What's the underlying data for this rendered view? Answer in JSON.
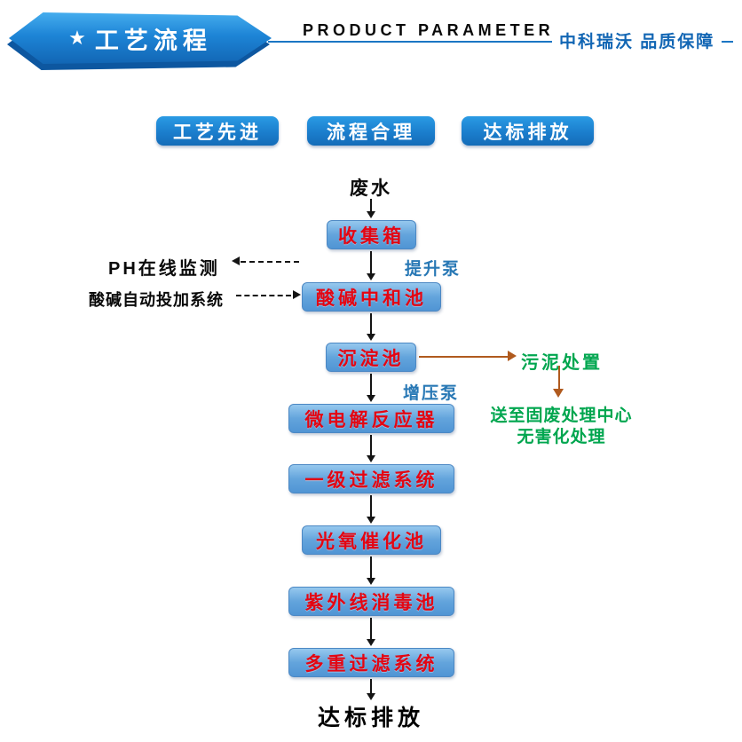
{
  "header": {
    "banner": {
      "star": "★",
      "title": "工艺流程"
    },
    "section_title": "PRODUCT PARAMETER",
    "tagline": "中科瑞沃   品质保障"
  },
  "badges": [
    {
      "label": "工艺先进"
    },
    {
      "label": "流程合理"
    },
    {
      "label": "达标排放"
    }
  ],
  "flow": {
    "source_label": "废水",
    "nodes": [
      {
        "label": "收集箱"
      },
      {
        "label": "酸碱中和池"
      },
      {
        "label": "沉淀池"
      },
      {
        "label": "微电解反应器"
      },
      {
        "label": "一级过滤系统"
      },
      {
        "label": "光氧催化池"
      },
      {
        "label": "紫外线消毒池"
      },
      {
        "label": "多重过滤系统"
      }
    ],
    "pumps": [
      {
        "label": "提升泵"
      },
      {
        "label": "增压泵"
      }
    ],
    "outlet_label": "达标排放"
  },
  "annotations": {
    "ph_monitoring": "PH在线监测",
    "dosing_system": "酸碱自动投加系统",
    "sludge_disposal": "污泥处置",
    "solid_waste_line1": "送至固废处理中心",
    "solid_waste_line2": "无害化处理"
  },
  "colors": {
    "banner_blue": "#1d84d6",
    "header_rule_blue": "#1b76c4",
    "badge_blue": "#1b7ecd",
    "node_fill_blue": "#63a4dc",
    "node_text_red": "#e30613",
    "pump_label_blue": "#2878b5",
    "annotation_green": "#00a64f",
    "sludge_arrow_orange": "#b05a1e",
    "arrow_black": "#141414"
  }
}
